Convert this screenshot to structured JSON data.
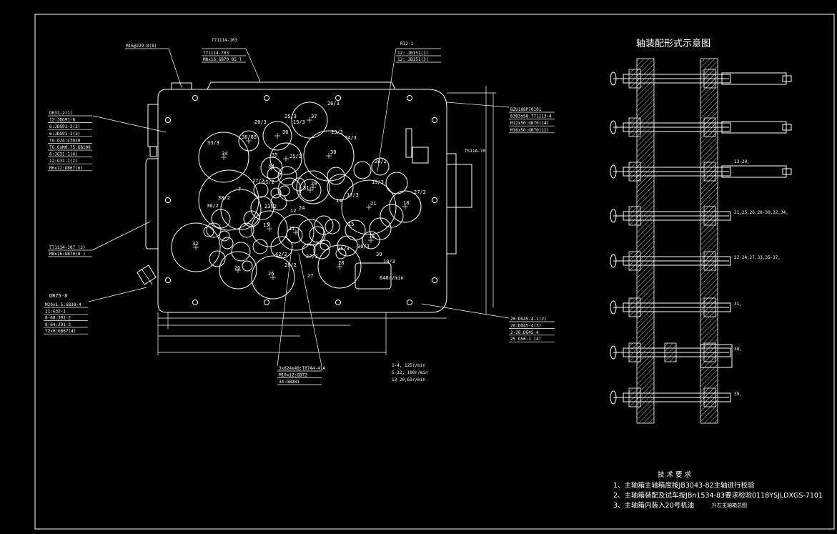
{
  "drawing": {
    "title_right": "轴装配形式示意图",
    "tech_req_title": "技 术 要 求",
    "tech_req": [
      "1、主轴箱主轴精度按JB3043-82主轴进行校验",
      "2、主轴箱装配及试车按JBn1534-83要求检验0118YSJLDXGS-7101",
      "3、主轴箱内装入20号机油"
    ],
    "stamp": "升左主轴箱总图"
  },
  "callouts": {
    "top_left": [
      "M16@J29-8(8)"
    ],
    "top_center_head": "T71114-103",
    "top_center": [
      "T71114-703",
      "M8x16:GB70 05 )"
    ],
    "top_right_head": "R12-1",
    "top_right": [
      "12: JB151(1)",
      "12: JB151(3)"
    ],
    "right_upper": [
      "BZU108P70101",
      "6303x58.T71113-4",
      "M12x50:GB70(14)",
      "M16x50:GB70(12)"
    ],
    "right_side": "TS11A-70",
    "left_upper": [
      "DR31-2(1)",
      "12:JDG91-8",
      "6:JDG91-2(3)",
      "6:JDG91-1(2)",
      "TG.Q24:L3D20",
      "TG.6xM0.75:GB100",
      "6:JG31-1(4)",
      "12:G31-1(2)",
      "M6x12:GB67(6)"
    ],
    "left_mid": [
      "T71114-107 (2)",
      "M8x16:GB70(8 )"
    ],
    "left_lower_head": "DR75-8",
    "left_lower": [
      "M20x1.5:GB38-4",
      "21:G32-1",
      "8-68:J91-2",
      "8-64:J91-2",
      "T2x6:GB67(4)"
    ],
    "right_lower": [
      "20:DG45-4-1(2)",
      "20:DG45-4(3)",
      "2-20:DG45-4",
      "25 G56-1 (4)"
    ],
    "bottom_center": [
      "3x824x40:T0744-41A",
      "M10x12:GB72",
      "34:GB981"
    ],
    "speeds": [
      "1-4, 125r/min",
      "5-12, 100r/min",
      "13-20,63r/min"
    ]
  },
  "gears": [
    {
      "label": "34"
    },
    {
      "label": "33/3"
    },
    {
      "label": "38/85"
    },
    {
      "label": "20/3"
    },
    {
      "label": "36"
    },
    {
      "label": "25/3"
    },
    {
      "label": "15/3"
    },
    {
      "label": "25/2"
    },
    {
      "label": "26/3"
    },
    {
      "label": "37"
    },
    {
      "label": "23/3"
    },
    {
      "label": "34/3"
    },
    {
      "label": "30"
    },
    {
      "label": "35"
    },
    {
      "label": "33"
    },
    {
      "label": "15/2"
    },
    {
      "label": "31"
    },
    {
      "label": "27/2"
    },
    {
      "label": "36/2"
    },
    {
      "label": "7"
    },
    {
      "label": "29"
    },
    {
      "label": "26/2"
    },
    {
      "label": "19/3"
    },
    {
      "label": "21"
    },
    {
      "label": "18"
    },
    {
      "label": "17/3"
    },
    {
      "label": "14"
    },
    {
      "label": "15"
    },
    {
      "label": "16"
    },
    {
      "label": "32"
    },
    {
      "label": "25"
    },
    {
      "label": "26"
    },
    {
      "label": "27"
    },
    {
      "label": "28"
    },
    {
      "label": "35/3"
    },
    {
      "label": "30/3"
    },
    {
      "label": "42/2"
    },
    {
      "label": "28/2"
    },
    {
      "label": "27/3"
    },
    {
      "label": "12"
    },
    {
      "label": "10/3"
    },
    {
      "label": "640r/min"
    },
    {
      "label": "39"
    },
    {
      "label": "38/2"
    },
    {
      "label": "27/2"
    },
    {
      "label": "13"
    },
    {
      "label": "23/2"
    },
    {
      "label": "24"
    },
    {
      "label": "11"
    },
    {
      "label": "9"
    }
  ],
  "shaft_labels": [
    "13-20,",
    "21,25,26,28-30,32,34,",
    "22-24,27,33,35-37,",
    "31,",
    "38,",
    "39,"
  ]
}
